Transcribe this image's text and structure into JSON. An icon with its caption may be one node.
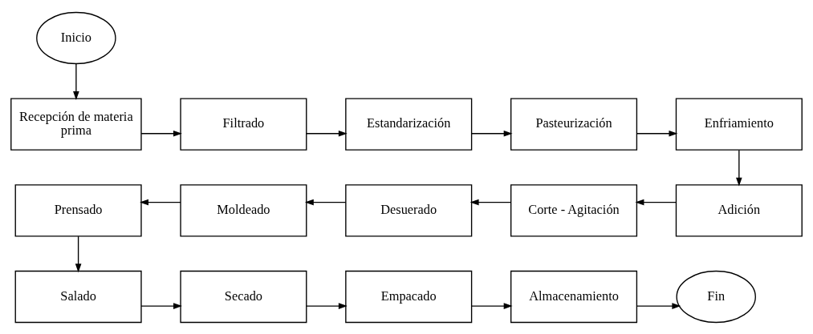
{
  "diagram": {
    "nodes": [
      {
        "text": [
          "Inicio"
        ]
      },
      {
        "text": [
          "Recepción de materia prima"
        ]
      },
      {
        "text": [
          "Filtrado"
        ]
      },
      {
        "text": [
          "Estandarización"
        ]
      },
      {
        "text": [
          "Pasteurización"
        ]
      },
      {
        "text": [
          "Enfriamiento"
        ]
      },
      {
        "text": [
          "Adición"
        ]
      },
      {
        "text": [
          "Corte - Agitación"
        ]
      },
      {
        "text": [
          "Desuerado"
        ]
      },
      {
        "text": [
          "Moldeado"
        ]
      },
      {
        "text": [
          "Prensado"
        ]
      },
      {
        "text": [
          "Salado"
        ]
      },
      {
        "text": [
          "Secado"
        ]
      },
      {
        "text": [
          "Empacado"
        ]
      },
      {
        "text": [
          "Almacenamiento"
        ]
      },
      {
        "text": [
          "Fin"
        ]
      }
    ],
    "edges": [
      {
        "from": 0,
        "to": 1,
        "arrow": "to"
      },
      {
        "from": 1,
        "to": 2,
        "arrow": "to"
      },
      {
        "from": 2,
        "to": 3,
        "arrow": "to"
      },
      {
        "from": 3,
        "to": 4,
        "arrow": "to"
      },
      {
        "from": 4,
        "to": 5,
        "arrow": "to"
      },
      {
        "from": 5,
        "to": 6,
        "arrow": "to"
      },
      {
        "from": 6,
        "to": 7,
        "arrow": "to"
      },
      {
        "from": 7,
        "to": 8,
        "arrow": "to"
      },
      {
        "from": 8,
        "to": 9,
        "arrow": "to"
      },
      {
        "from": 9,
        "to": 10,
        "arrow": "to"
      },
      {
        "from": 10,
        "to": 11,
        "arrow": "to"
      },
      {
        "from": 11,
        "to": 12,
        "arrow": "to"
      },
      {
        "from": 12,
        "to": 13,
        "arrow": "to"
      },
      {
        "from": 13,
        "to": 14,
        "arrow": "to"
      },
      {
        "from": 14,
        "to": 15,
        "arrow": "to"
      }
    ]
  }
}
